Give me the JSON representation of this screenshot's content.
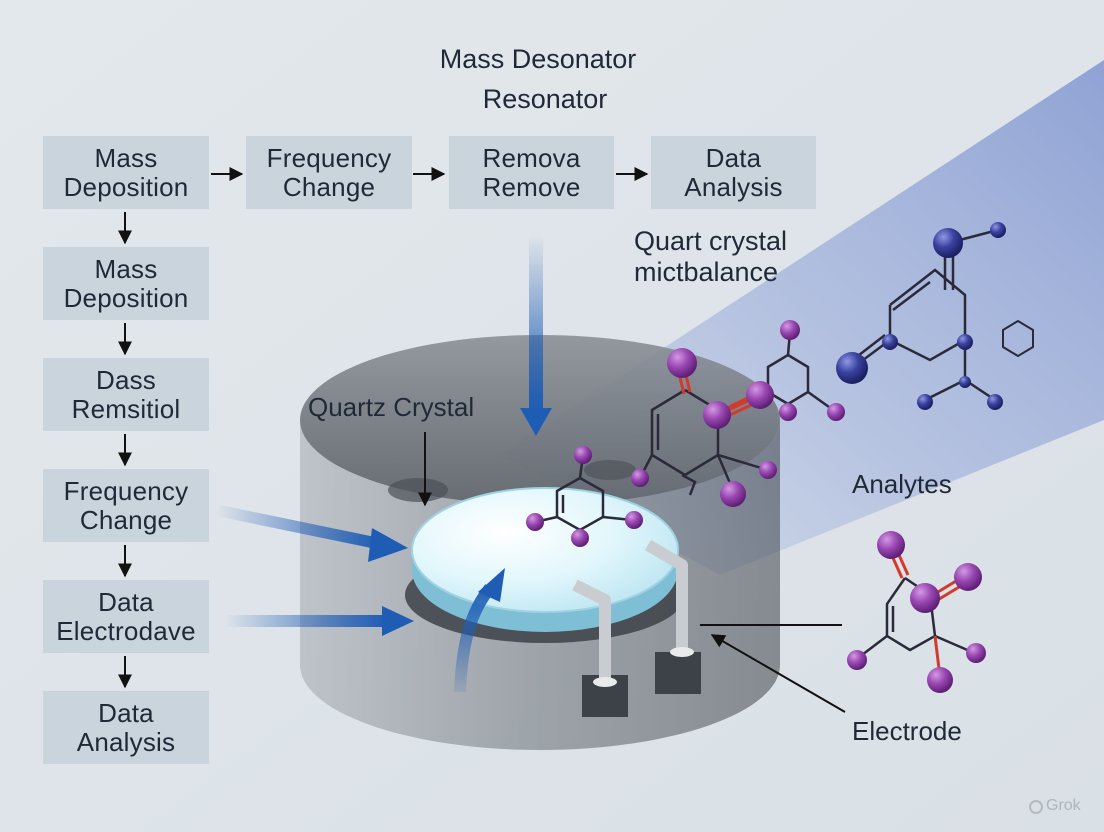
{
  "title": {
    "line1": "Mass Desonator",
    "line2": "Resonator"
  },
  "top_flow": [
    {
      "line1": "Mass",
      "line2": "Deposition"
    },
    {
      "line1": "Frequency",
      "line2": "Change"
    },
    {
      "line1": "Remova",
      "line2": "Remove"
    },
    {
      "line1": "Data",
      "line2": "Analysis"
    }
  ],
  "left_flow": [
    {
      "line1": "Mass",
      "line2": "Deposition"
    },
    {
      "line1": "Dass",
      "line2": "Remsitiol"
    },
    {
      "line1": "Frequency",
      "line2": "Change"
    },
    {
      "line1": "Data",
      "line2": "Electrodave"
    },
    {
      "line1": "Data",
      "line2": "Analysis"
    }
  ],
  "labels": {
    "qcm_line1": "Quart crystal",
    "qcm_line2": "mictbalance",
    "quartz_crystal": "Quartz Crystal",
    "analytes": "Analytes",
    "electrode": "Electrode"
  },
  "watermark": "Grok",
  "colors": {
    "background": "#dfe5ea",
    "box_fill": "#c9d4dd",
    "text": "#1f2937",
    "arrow_blue": "#1f5db5",
    "beam": "#8da1d4",
    "crystal": "#dff6fb",
    "housing": "#6b7077",
    "molecule_purple": "#8a3f9f",
    "molecule_navy": "#2e357f",
    "bond_red": "#d23a2b"
  }
}
